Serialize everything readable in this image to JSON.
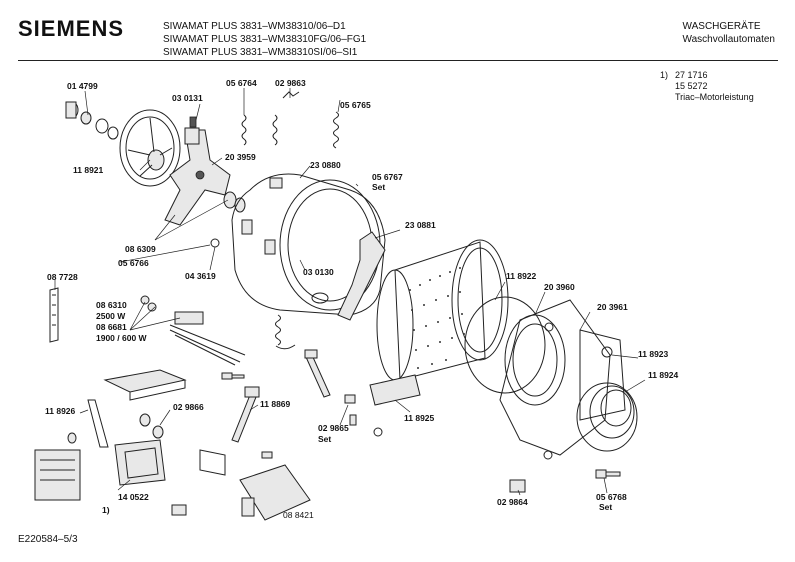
{
  "header": {
    "brand": "SIEMENS",
    "models": [
      "SIWAMAT PLUS 3831–WM38310/06–D1",
      "SIWAMAT PLUS 3831–WM38310FG/06–FG1",
      "SIWAMAT PLUS 3831–WM38310SI/06–SI1"
    ],
    "category_line1": "WASCHGERÄTE",
    "category_line2": "Waschvollautomaten"
  },
  "footnote": {
    "marker": "1)",
    "line1": "27 1716",
    "line2": "15 5272",
    "line3": "Triac–Motorleistung"
  },
  "doc_id": "E220584–5/3",
  "labels": {
    "p014799": "01 4799",
    "p030131": "03 0131",
    "p056764": "05 6764",
    "p029863": "02 9863",
    "p056765": "05 6765",
    "p118921": "11 8921",
    "p203959": "20 3959",
    "p230880": "23 0880",
    "p056767": "05 6767",
    "p056767set": "Set",
    "p086309": "08 6309",
    "p056766": "05 6766",
    "p043619": "04 3619",
    "p230881": "23 0881",
    "p030130": "03 0130",
    "p087728": "08 7728",
    "p086310": "08 6310",
    "p2500w": "2500 W",
    "p086681": "08 6681",
    "p1900w": "1900 / 600 W",
    "p118922": "11 8922",
    "p203960": "20 3960",
    "p203961": "20 3961",
    "p118923": "11 8923",
    "p118924": "11 8924",
    "p118926": "11 8926",
    "p029866": "02 9866",
    "p118869": "11 8869",
    "p029865": "02 9865",
    "p029865set": "Set",
    "p118925": "11 8925",
    "p140522": "14 0522",
    "p1note": "1)",
    "p088421": "08 8421",
    "p029864": "02 9864",
    "p056768": "05 6768",
    "p056768set": "Set"
  }
}
